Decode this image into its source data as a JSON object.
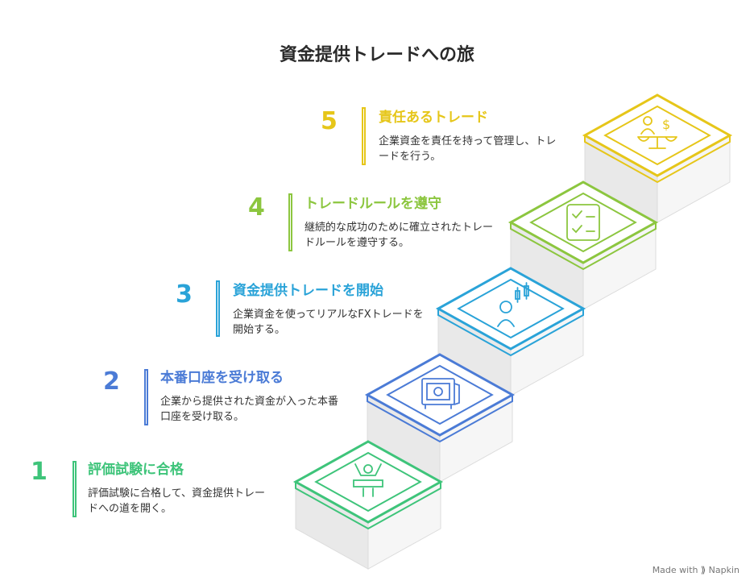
{
  "title": "資金提供トレードへの旅",
  "steps": [
    {
      "number": "1",
      "heading": "評価試験に合格",
      "description": "評価試験に合格して、資金提供トレードへの道を開く。",
      "color": "#3ec47a",
      "icon": "person-celebrating-icon"
    },
    {
      "number": "2",
      "heading": "本番口座を受け取る",
      "description": "企業から提供された資金が入った本番口座を受け取る。",
      "color": "#4b7bd6",
      "icon": "safe-icon"
    },
    {
      "number": "3",
      "heading": "資金提供トレードを開始",
      "description": "企業資金を使ってリアルなFXトレードを開始する。",
      "color": "#2aa3d8",
      "icon": "trader-candlestick-icon"
    },
    {
      "number": "4",
      "heading": "トレードルールを遵守",
      "description": "継続的な成功のために確立されたトレードルールを遵守する。",
      "color": "#8cc63f",
      "icon": "checklist-icon"
    },
    {
      "number": "5",
      "heading": "責任あるトレード",
      "description": "企業資金を責任を持って管理し、トレードを行う。",
      "color": "#e6c619",
      "icon": "person-balance-icon"
    }
  ],
  "footer": {
    "made_with": "Made with",
    "brand": "Napkin"
  }
}
